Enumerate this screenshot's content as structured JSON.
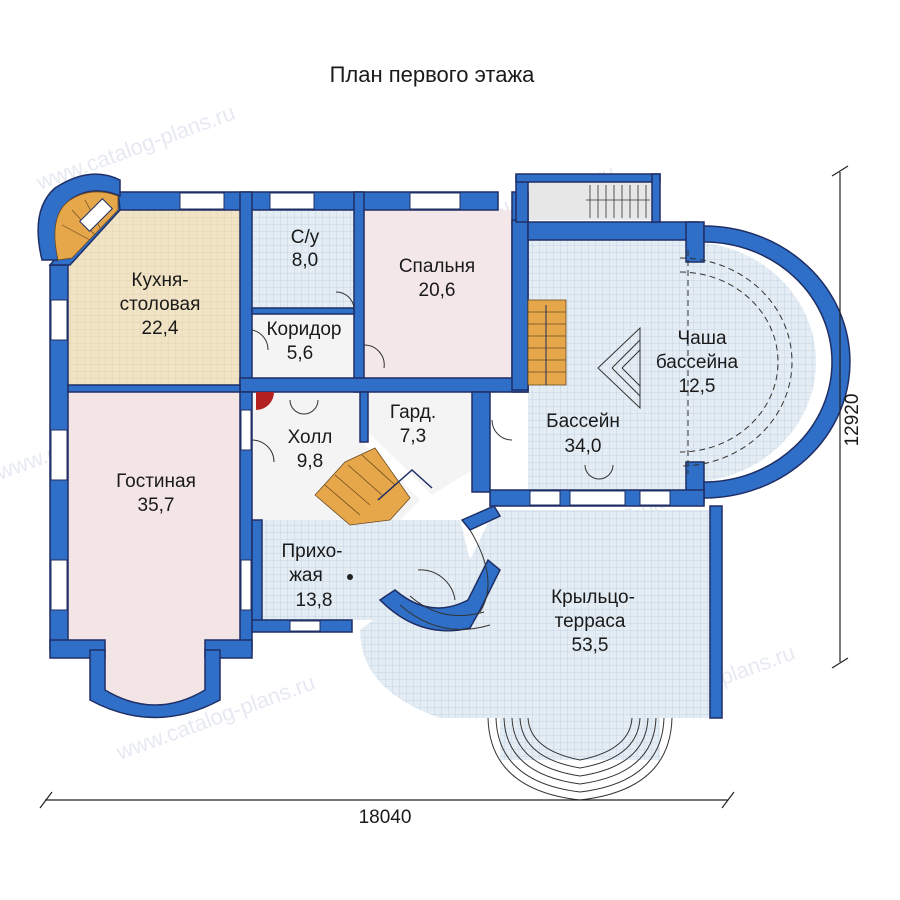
{
  "title": "План первого этажа",
  "dimensions": {
    "width": "18040",
    "height": "12920"
  },
  "watermark": "www.catalog-plans.ru",
  "colors": {
    "wall": "#2f6fc7",
    "wall_edge": "#1f2f66",
    "tile_grid": "#c9d8e6",
    "floor_light": "#dfe8ef",
    "floor_kitchen": "#efe3c4",
    "floor_living": "#f2e4e4",
    "floor_bedroom": "#f2e6e8",
    "stairs": "#e6a64a",
    "furnace": "#b32020"
  },
  "rooms": [
    {
      "id": "kitchen",
      "name": "Кухня-",
      "name2": "столовая",
      "area": "22,4"
    },
    {
      "id": "wc",
      "name": "С/у",
      "area": "8,0"
    },
    {
      "id": "bedroom",
      "name": "Спальня",
      "area": "20,6"
    },
    {
      "id": "corridor",
      "name": "Коридор",
      "area": "5,6"
    },
    {
      "id": "hall",
      "name": "Холл",
      "area": "9,8"
    },
    {
      "id": "wardrobe",
      "name": "Гард.",
      "area": "7,3"
    },
    {
      "id": "living",
      "name": "Гостиная",
      "area": "35,7"
    },
    {
      "id": "entrance",
      "name": "Прихо-",
      "name2": "жая",
      "area": "13,8"
    },
    {
      "id": "pool",
      "name": "Бассейн",
      "area": "34,0"
    },
    {
      "id": "pool_bowl",
      "name": "Чаша",
      "name2": "бассейна",
      "area": "12,5"
    },
    {
      "id": "porch",
      "name": "Крыльцо-",
      "name2": "терраса",
      "area": "53,5"
    }
  ]
}
